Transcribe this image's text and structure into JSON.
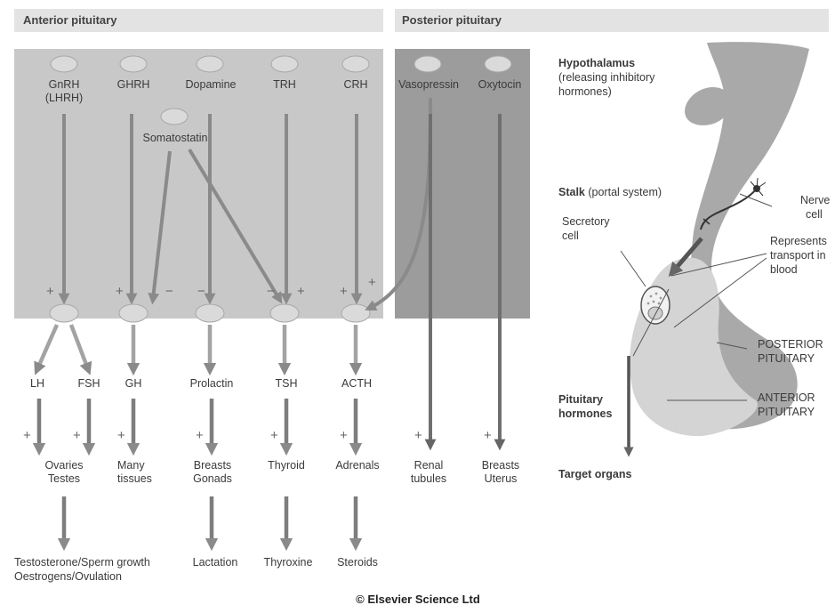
{
  "headers": {
    "anterior": "Anterior pituitary",
    "posterior": "Posterior pituitary"
  },
  "releasing": {
    "gnrh": "GnRH",
    "gnrh_alt": "(LHRH)",
    "ghrh": "GHRH",
    "dopamine": "Dopamine",
    "trh": "TRH",
    "crh": "CRH",
    "somatostatin": "Somatostatin",
    "vasopressin": "Vasopressin",
    "oxytocin": "Oxytocin"
  },
  "pituitary_hormones": {
    "lh": "LH",
    "fsh": "FSH",
    "gh": "GH",
    "prolactin": "Prolactin",
    "tsh": "TSH",
    "acth": "ACTH"
  },
  "targets": {
    "ovaries": "Ovaries",
    "testes": "Testes",
    "many": "Many",
    "tissues": "tissues",
    "breasts": "Breasts",
    "gonads": "Gonads",
    "thyroid": "Thyroid",
    "adrenals": "Adrenals",
    "renal": "Renal",
    "tubules": "tubules",
    "breasts2": "Breasts",
    "uterus": "Uterus"
  },
  "outputs": {
    "sex_line1": "Testosterone/Sperm growth",
    "sex_line2": "Oestrogens/Ovulation",
    "lactation": "Lactation",
    "thyroxine": "Thyroxine",
    "steroids": "Steroids"
  },
  "signs": {
    "plus": "+",
    "minus": "−"
  },
  "anatomy": {
    "hypothalamus": "Hypothalamus",
    "hypo_sub1": "(releasing inhibitory",
    "hypo_sub2": "hormones)",
    "stalk": "Stalk",
    "stalk_sub": " (portal system)",
    "secretory1": "Secretory",
    "secretory2": "cell",
    "nerve1": "Nerve",
    "nerve2": "cell",
    "represents1": "Represents",
    "represents2": "transport in",
    "represents3": "blood",
    "posterior1": "POSTERIOR",
    "posterior2": "PITUITARY",
    "anterior1": "ANTERIOR",
    "anterior2": "PITUITARY",
    "pit_hormones1": "Pituitary",
    "pit_hormones2": "hormones",
    "target_organs": "Target organs"
  },
  "copyright": "© Elsevier Science Ltd",
  "colors": {
    "panel": "#c8c8c8",
    "post_panel": "#9c9c9c",
    "header": "#e3e3e3",
    "arrow": "#8a8a8a",
    "oval": "#dadada"
  }
}
